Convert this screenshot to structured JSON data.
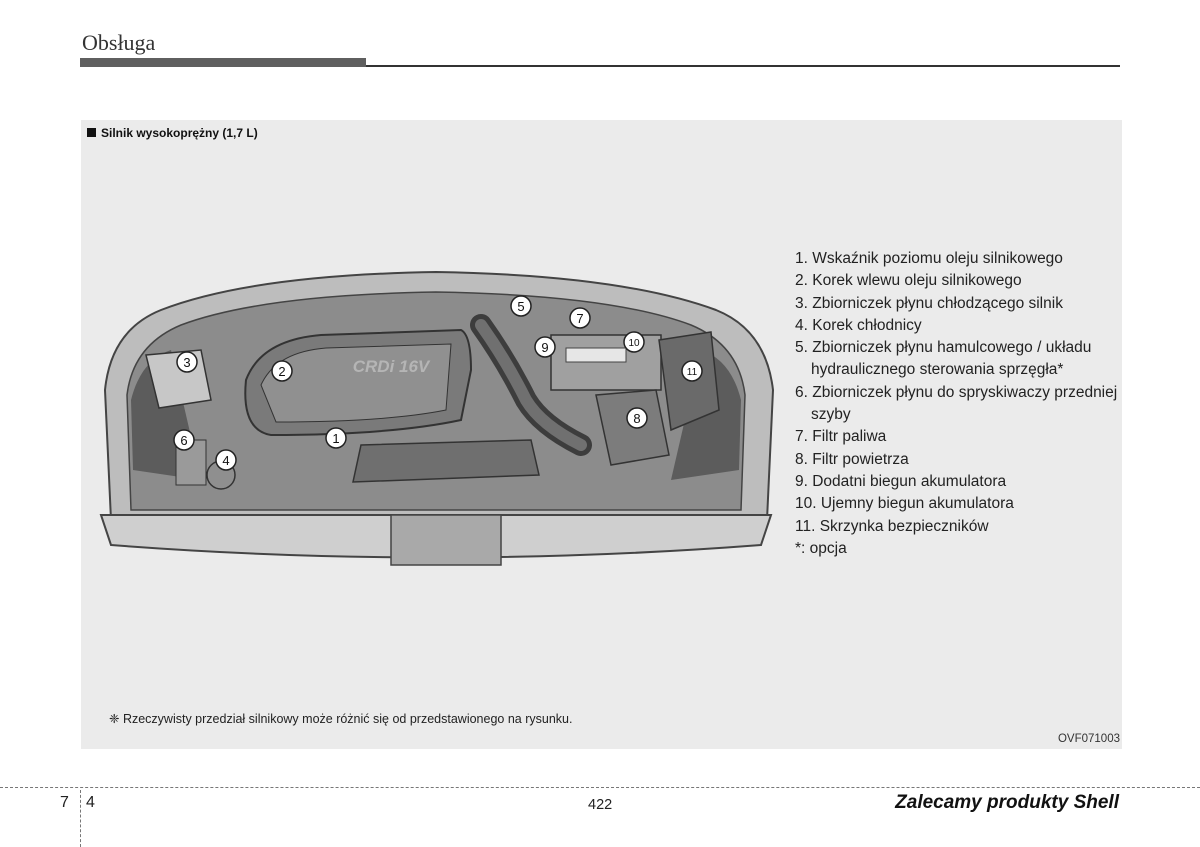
{
  "header": {
    "title": "Obsługa"
  },
  "panel": {
    "title": "Silnik wysokoprężny (1,7 L)",
    "engine_label": "CRDi 16V",
    "callouts": [
      "1",
      "2",
      "3",
      "4",
      "5",
      "6",
      "7",
      "8",
      "9",
      "10",
      "11"
    ],
    "legend": [
      "1. Wskaźnik poziomu oleju silnikowego",
      "2. Korek wlewu oleju silnikowego",
      "3. Zbiorniczek płynu chłodzącego silnik",
      "4. Korek chłodnicy",
      "5. Zbiorniczek płynu hamulcowego / układu hydraulicznego sterowania sprzęgła*",
      "6. Zbiorniczek płynu do spryskiwaczy przedniej szyby",
      "7. Filtr paliwa",
      "8. Filtr powietrza",
      "9. Dodatni biegun akumulatora",
      "10. Ujemny biegun akumulatora",
      "11. Skrzynka bezpieczników",
      "*: opcja"
    ],
    "note": "❈ Rzeczywisty przedział silnikowy może różnić się od przedstawionego na rysunku.",
    "code": "OVF071003"
  },
  "footer": {
    "chapter": "7",
    "page_in_chapter": "4",
    "page_number": "422",
    "slogan": "Zalecamy produkty Shell"
  }
}
